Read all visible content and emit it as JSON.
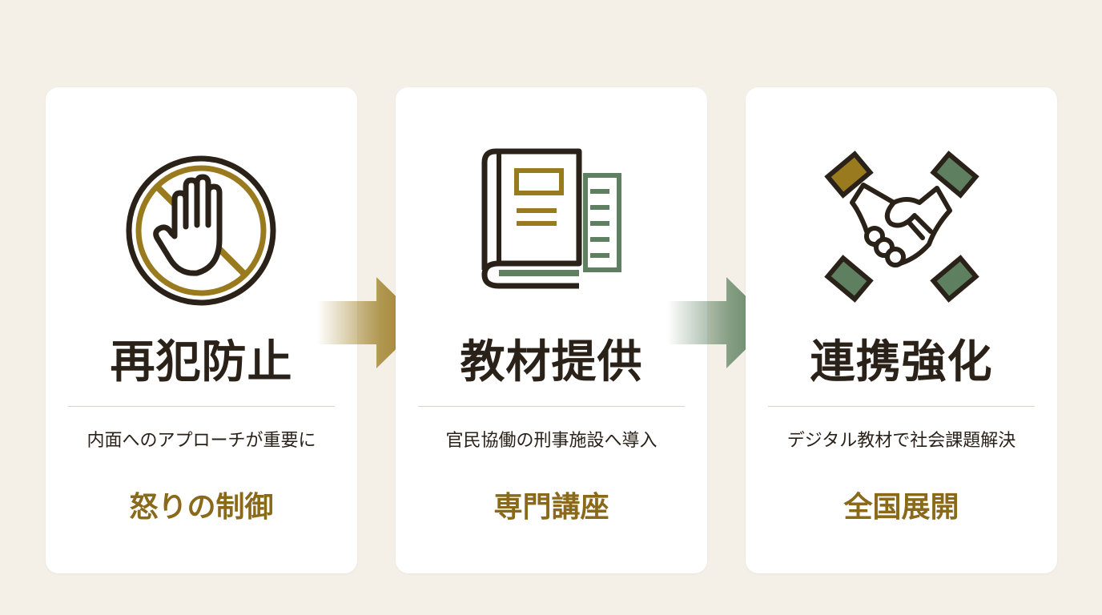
{
  "steps": [
    {
      "title": "再犯防止",
      "description": "内面へのアプローチが重要に",
      "keyword": "怒りの制御",
      "icon": "stop-hand-icon"
    },
    {
      "title": "教材提供",
      "description": "官民協働の刑事施設へ導入",
      "keyword": "専門講座",
      "icon": "book-icon"
    },
    {
      "title": "連携強化",
      "description": "デジタル教材で社会課題解決",
      "keyword": "全国展開",
      "icon": "handshake-icon"
    }
  ],
  "colors": {
    "background": "#f4f0e8",
    "card": "#ffffff",
    "title": "#2a2118",
    "keyword": "#8a6a1a",
    "gold": "#9a7a1e",
    "green": "#5e8060",
    "outline": "#2a2118"
  }
}
